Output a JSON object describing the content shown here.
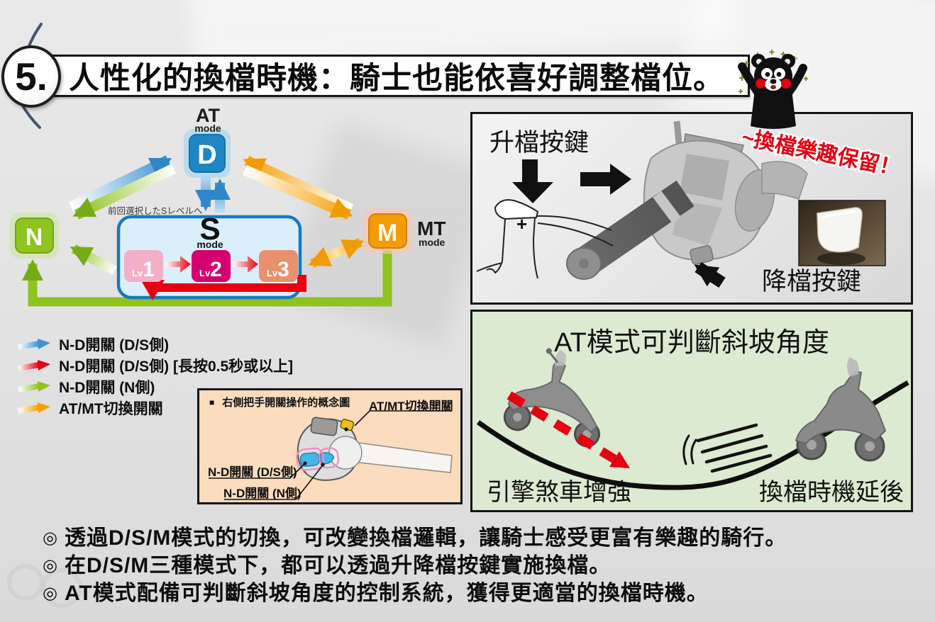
{
  "slide": {
    "number": "5.",
    "title": "人性化的換檔時機：騎士也能依喜好調整檔位。"
  },
  "mode_diagram": {
    "at_label": "AT",
    "at_sub": "mode",
    "d": "D",
    "n": "N",
    "m": "M",
    "mt_label": "MT",
    "mt_sub": "mode",
    "s": "S",
    "s_sub": "mode",
    "s_note": "前回選択したSレベルへ",
    "levels": [
      {
        "lv": "Lv",
        "num": "1"
      },
      {
        "lv": "Lv",
        "num": "2"
      },
      {
        "lv": "Lv",
        "num": "3"
      }
    ]
  },
  "legend": {
    "items": [
      {
        "label": "N-D開關 (D/S側)",
        "color": "#3e92d3"
      },
      {
        "label": "N-D開關 (D/S側) [長按0.5秒或以上]",
        "color": "#e60012"
      },
      {
        "label": "N-D開關 (N側)",
        "color": "#8fc31f"
      },
      {
        "label": "AT/MT切換開關",
        "color": "#f5a000"
      }
    ]
  },
  "concept_box": {
    "marker": "■",
    "title": "右側把手開關操作的概念圖",
    "atmt_label": "AT/MT切換開關",
    "ds_label": "N-D開關 (D/S側)",
    "n_label": "N-D開關 (N側)"
  },
  "switch_panel": {
    "upshift_label": "升檔按鍵",
    "downshift_label": "降檔按鍵",
    "fun_note": "~換檔樂趣保留！",
    "plus": "+"
  },
  "slope_panel": {
    "title": "AT模式可判斷斜坡角度",
    "left_label": "引擎煞車增強",
    "right_label": "換檔時機延後"
  },
  "bullets": {
    "marker": "◎",
    "items": [
      "透過D/S/M模式的切換，可改變換檔邏輯，讓騎士感受更富有樂趣的騎行。",
      "在D/S/M三種模式下，都可以透過升降檔按鍵實施換檔。",
      "AT模式配備可判斷斜坡角度的控制系統，獲得更適當的換檔時機。"
    ]
  },
  "colors": {
    "blue": "#3e92d3",
    "green": "#8fc31f",
    "orange": "#f5a000",
    "red": "#e60012",
    "d_box": "#1e87c4",
    "n_box": "#8ec41f",
    "m_box": "#f49c00",
    "s_fill": "#dbeffa",
    "s_border": "#1779be",
    "lv1": "#f2afc9",
    "lv2": "#d4006f",
    "lv3": "#e9906c",
    "concept_bg": "#fbdcbf",
    "slope_bg": "#dcead2"
  }
}
